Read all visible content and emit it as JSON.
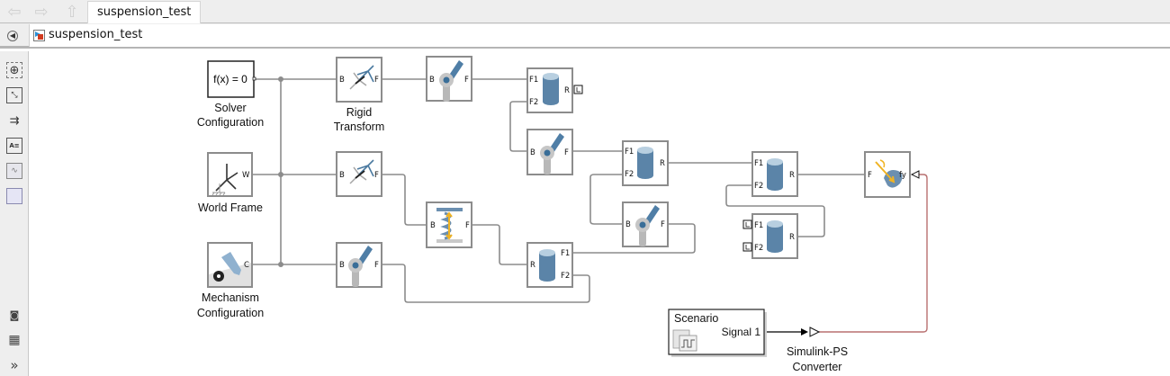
{
  "toolbar": {
    "back_icon": "arrow-left-icon",
    "forward_icon": "arrow-right-icon",
    "up_icon": "arrow-up-icon",
    "tab_label": "suspension_test"
  },
  "address": {
    "model_name": "suspension_test",
    "hide_icon": "collapse-browser-icon",
    "model_icon": "simulink-model-icon"
  },
  "sidebar": {
    "items": [
      {
        "name": "zoom-icon",
        "glyph": "⊕"
      },
      {
        "name": "fit-to-view-icon",
        "glyph": "⛶"
      },
      {
        "name": "route-lines-icon",
        "glyph": "⇉"
      },
      {
        "name": "annotation-icon",
        "glyph": "A≡"
      },
      {
        "name": "image-icon",
        "glyph": "▨"
      },
      {
        "name": "area-icon",
        "glyph": "□"
      },
      {
        "name": "screenshot-icon",
        "glyph": "📷"
      },
      {
        "name": "property-inspector-icon",
        "glyph": "▦"
      },
      {
        "name": "more-icon",
        "glyph": "»"
      }
    ]
  },
  "blocks": {
    "solver": {
      "text": "f(x) = 0",
      "label1": "Solver",
      "label2": "Configuration"
    },
    "world": {
      "port": "W",
      "label1": "World Frame"
    },
    "mech": {
      "port": "C",
      "label1": "Mechanism",
      "label2": "Configuration"
    },
    "rigid1": {
      "pin_b": "B",
      "pin_f": "F",
      "label1": "Rigid",
      "label2": "Transform"
    },
    "rigid2": {
      "pin_b": "B",
      "pin_f": "F"
    },
    "revolute_top": {
      "pin_b": "B",
      "pin_f": "F"
    },
    "revolute_bottom": {
      "pin_b": "B",
      "pin_f": "F"
    },
    "spring": {
      "pin_b": "B",
      "pin_f": "F"
    },
    "cyl1": {
      "f1": "F1",
      "f2": "F2",
      "r": "R"
    },
    "revolute_mid": {
      "pin_b": "B",
      "pin_f": "F"
    },
    "cyl2": {
      "f1": "F1",
      "f2": "F2",
      "r": "R"
    },
    "cyl_lower": {
      "r": "R",
      "f1": "F1",
      "f2": "F2"
    },
    "revolute_lower": {
      "pin_b": "B",
      "pin_f": "F"
    },
    "cyl3": {
      "f1": "F1",
      "f2": "F2",
      "r": "R"
    },
    "cyl4": {
      "f1": "F1",
      "f2": "F2",
      "r": "R"
    },
    "force": {
      "pin_f": "F",
      "pin_fy": "fy"
    },
    "scenario": {
      "title": "Scenario",
      "port": "Signal 1"
    },
    "converter": {
      "label1": "Simulink-PS",
      "label2": "Converter"
    }
  }
}
